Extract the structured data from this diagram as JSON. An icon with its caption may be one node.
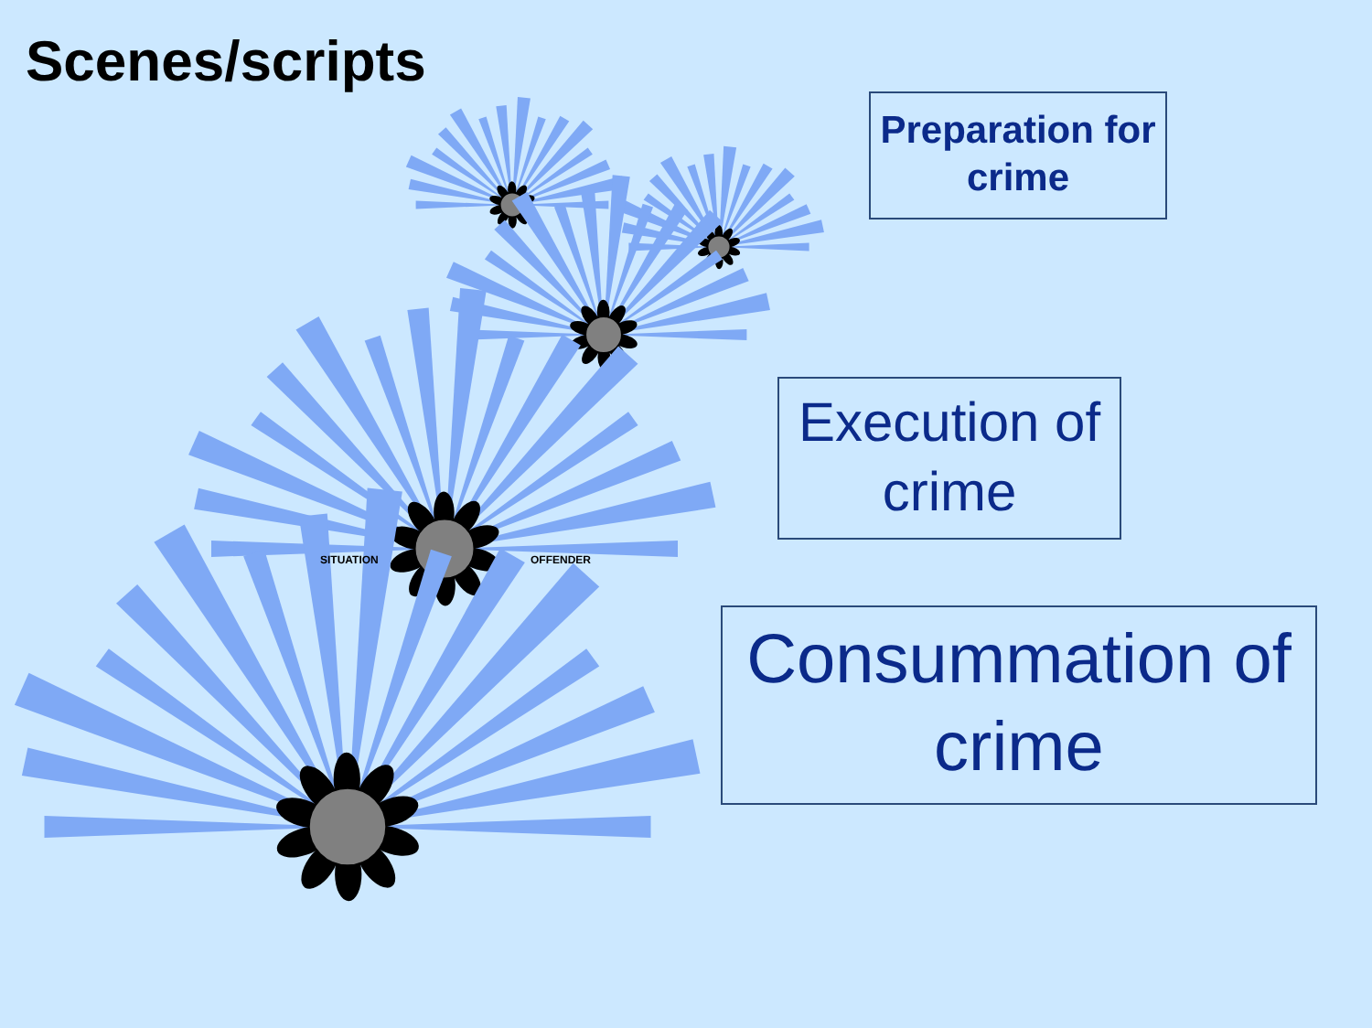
{
  "diagram": {
    "title": "Scenes/scripts",
    "nodes": [
      {
        "text": [
          "Preparation for crime"
        ]
      },
      {
        "text": [
          "Execution of crime"
        ]
      },
      {
        "text": [
          "Consummation of crime"
        ]
      }
    ],
    "labels": [
      "SITUATION",
      "OFFENDER"
    ]
  }
}
